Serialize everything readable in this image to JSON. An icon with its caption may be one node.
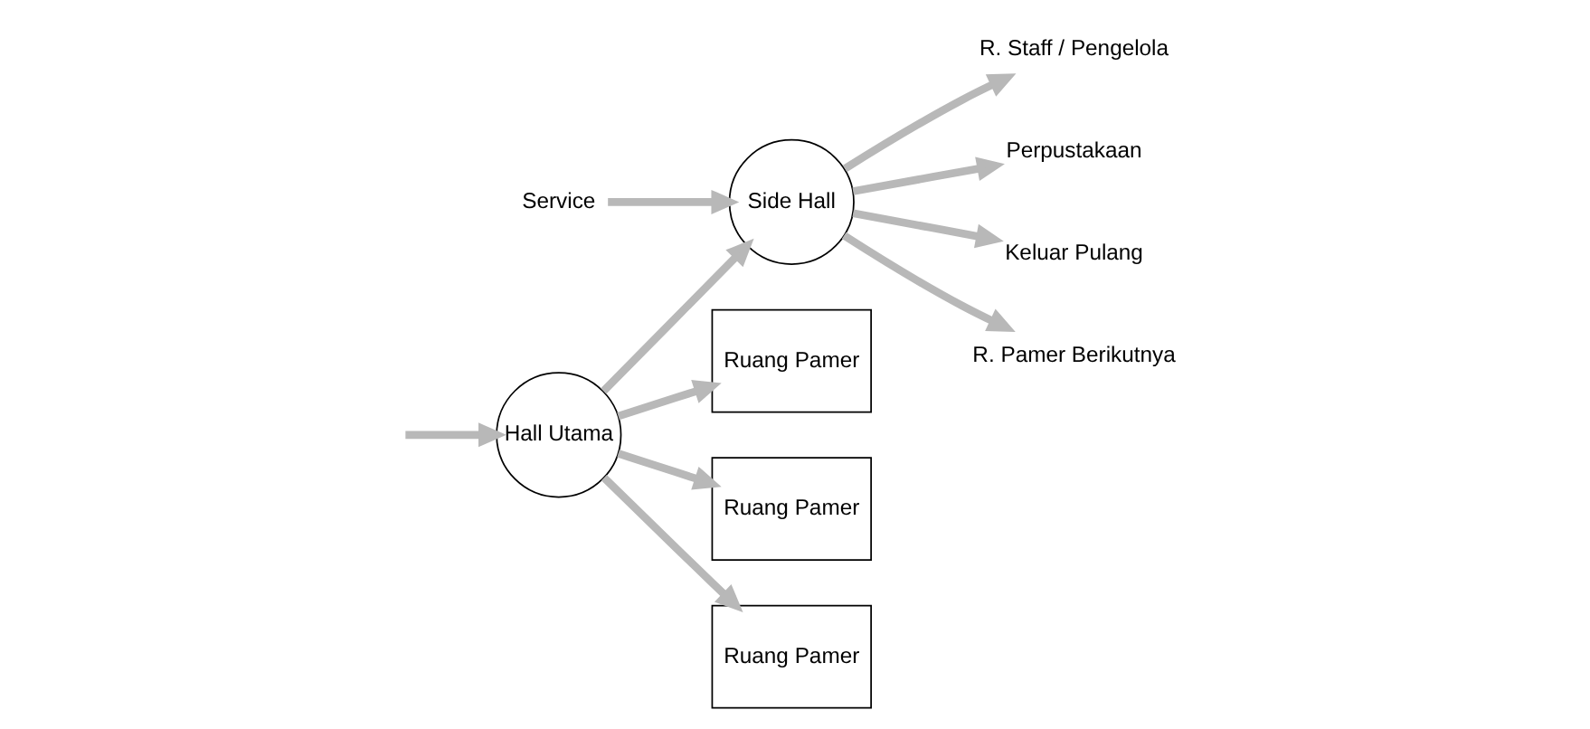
{
  "diagram": {
    "nodes": [
      {
        "text": [
          "Hall Utama"
        ]
      },
      {
        "text": [
          "Ruang Pamer"
        ]
      },
      {
        "text": [
          "Ruang Pamer"
        ]
      },
      {
        "text": [
          "Ruang Pamer"
        ]
      },
      {
        "text": [
          "Side Hall"
        ]
      },
      {
        "text": [
          "R. Staff / Pengelola"
        ]
      },
      {
        "text": [
          "Perpustakaan"
        ]
      },
      {
        "text": [
          "Service"
        ]
      },
      {
        "text": [
          "Keluar Pulang"
        ]
      },
      {
        "text": [
          "R. Pamer Berikutnya"
        ]
      }
    ],
    "edges": [
      {
        "from": null,
        "to": 0,
        "arrow": "to"
      },
      {
        "from": 0,
        "to": 1,
        "arrow": "to"
      },
      {
        "from": 0,
        "to": 2,
        "arrow": "to"
      },
      {
        "from": 0,
        "to": 3,
        "arrow": "to"
      },
      {
        "from": 0,
        "to": 4,
        "arrow": "to"
      },
      {
        "from": 4,
        "to": 5,
        "arrow": "to"
      },
      {
        "from": 4,
        "to": 6,
        "arrow": "to"
      },
      {
        "from": 7,
        "to": 4,
        "arrow": "to"
      },
      {
        "from": 4,
        "to": 8,
        "arrow": "to"
      },
      {
        "from": 4,
        "to": 9,
        "arrow": "to"
      }
    ]
  }
}
